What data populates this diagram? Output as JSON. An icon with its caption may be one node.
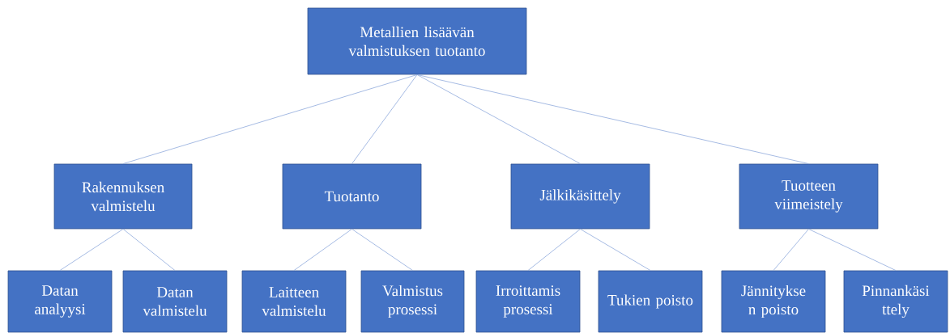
{
  "diagram": {
    "nodes": [
      {
        "text": [
          "Metallien lisäävän valmistuksen tuotanto"
        ]
      },
      {
        "text": [
          "Rakennuksen valmistelu"
        ]
      },
      {
        "text": [
          "Tuotanto"
        ]
      },
      {
        "text": [
          "Jälkikäsittely"
        ]
      },
      {
        "text": [
          "Tuotteen viimeistely"
        ]
      },
      {
        "text": [
          "Datan analyysi"
        ]
      },
      {
        "text": [
          "Datan valmistelu"
        ]
      },
      {
        "text": [
          "Laitteen valmistelu"
        ]
      },
      {
        "text": [
          "Valmistus prosessi"
        ]
      },
      {
        "text": [
          "Irroittamis prosessi"
        ]
      },
      {
        "text": [
          "Tukien poisto"
        ]
      },
      {
        "text": [
          "Jännitykse n poisto"
        ]
      },
      {
        "text": [
          "Pinnankäsi ttely"
        ]
      }
    ],
    "edges": [
      {
        "from": 0,
        "to": 1,
        "arrow": "none"
      },
      {
        "from": 0,
        "to": 2,
        "arrow": "none"
      },
      {
        "from": 0,
        "to": 3,
        "arrow": "none"
      },
      {
        "from": 0,
        "to": 4,
        "arrow": "none"
      },
      {
        "from": 1,
        "to": 5,
        "arrow": "none"
      },
      {
        "from": 1,
        "to": 6,
        "arrow": "none"
      },
      {
        "from": 2,
        "to": 7,
        "arrow": "none"
      },
      {
        "from": 2,
        "to": 8,
        "arrow": "none"
      },
      {
        "from": 3,
        "to": 9,
        "arrow": "none"
      },
      {
        "from": 3,
        "to": 10,
        "arrow": "none"
      },
      {
        "from": 4,
        "to": 11,
        "arrow": "none"
      },
      {
        "from": 4,
        "to": 12,
        "arrow": "none"
      }
    ]
  }
}
